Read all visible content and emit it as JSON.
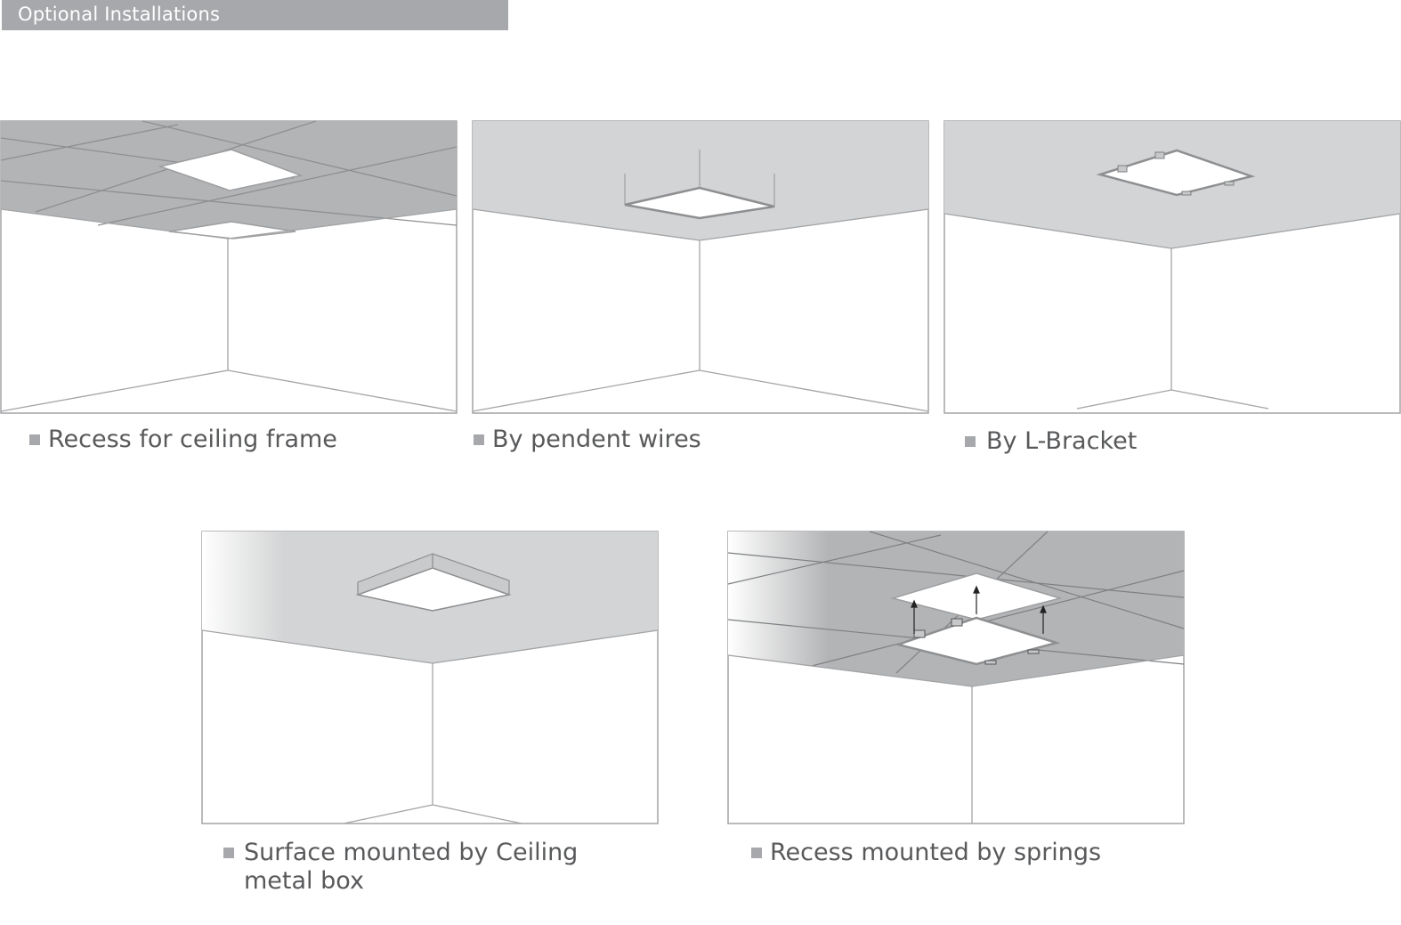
{
  "header": {
    "title": "Optional Installations"
  },
  "colors": {
    "header_bar": "#a7a8ab",
    "ceiling_dark": "#b3b4b6",
    "ceiling_light": "#d3d4d5",
    "panel_light": "#ffffff",
    "line": "#9d9ea0",
    "caption_text": "#58595b",
    "bullet": "#a7a8ab"
  },
  "installations": [
    {
      "caption": "Recess for ceiling frame",
      "icon": "recessed-grid-panel"
    },
    {
      "caption": "By pendent wires",
      "icon": "suspended-panel"
    },
    {
      "caption": "By L-Bracket",
      "icon": "bracket-mounted-panel"
    },
    {
      "caption_line1": "Surface mounted by Ceiling",
      "caption_line2": "metal box",
      "icon": "surface-box-panel"
    },
    {
      "caption": "Recess mounted by springs",
      "icon": "spring-recessed-panel"
    }
  ]
}
